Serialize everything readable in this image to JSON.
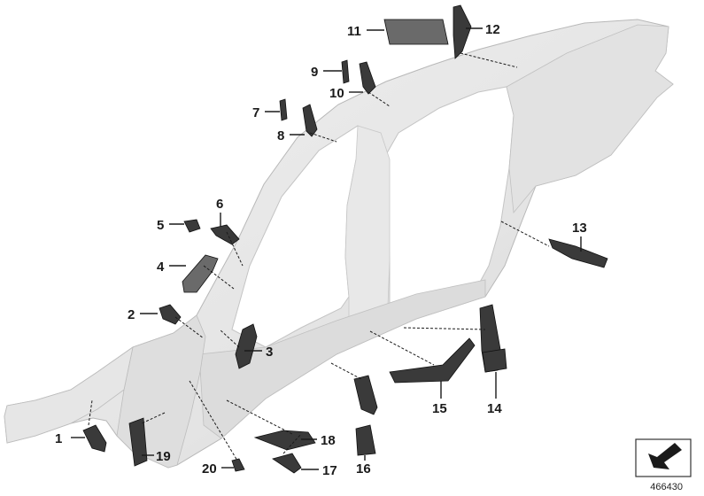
{
  "diagram": {
    "ref_number": "466430",
    "callouts": [
      "1",
      "2",
      "3",
      "4",
      "5",
      "6",
      "7",
      "8",
      "9",
      "10",
      "11",
      "12",
      "13",
      "14",
      "15",
      "16",
      "17",
      "18",
      "19",
      "20"
    ]
  }
}
